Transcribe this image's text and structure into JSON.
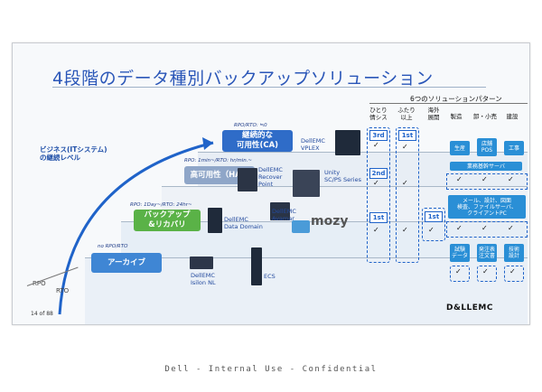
{
  "title": "4段階のデータ種別バックアップソリューション",
  "axis": {
    "continuity": "ビジネス(ITシステム)\nの継続レベル",
    "rpo": "RPO",
    "rto": "RTO"
  },
  "tiers": [
    {
      "label": "継続的な\n可用性(CA)",
      "rpo": "RPO/RTO: ≒0",
      "color": "#2f6cc8"
    },
    {
      "label": "高可用性（HA）",
      "rpo": "RPO: 1min~/RTO: hr/min.~",
      "color": "#8fa6c8"
    },
    {
      "label": "バックアップ\n&リカバリ",
      "rpo": "RPO: 1Day~/RTO: 24hr~",
      "color": "#5ab247"
    },
    {
      "label": "アーカイブ",
      "rpo": "no RPO/RTO",
      "color": "#3f86d4"
    }
  ],
  "products": [
    {
      "name": "DellEMC\nVPLEX"
    },
    {
      "name": "DellEMC\nRecover\nPoint"
    },
    {
      "name": "Unity\nSC/PS Series"
    },
    {
      "name": "DellEMC\nData Domain"
    },
    {
      "name": "DellEMC\nAvamar"
    },
    {
      "name": "mozy"
    },
    {
      "name": "DellEMC\nIsilon NL"
    },
    {
      "name": "ECS"
    }
  ],
  "patterns": {
    "header": "6つのソリューションパターン",
    "columns": [
      "ひとり\n情シス",
      "ふたり\n以上",
      "海外\n展開",
      "製造",
      "卸・小売",
      "建設"
    ],
    "tags": [
      "3rd",
      "1st",
      "2nd",
      "1st",
      "1st"
    ],
    "check": "✓",
    "industry": {
      "row1": [
        "生産",
        "店舗\nPOS",
        "工事"
      ],
      "row2": "業務基幹サーバ",
      "row3": "メール、設計、図面\n検査、ファイルサーバ、\nクライアントPC",
      "row4": [
        "試験\nデータ",
        "発注表\n注文書",
        "技術\n設計"
      ]
    }
  },
  "page_number": "14 of 88",
  "logo": "D&LLEMC",
  "footer": "Dell - Internal Use - Confidential"
}
